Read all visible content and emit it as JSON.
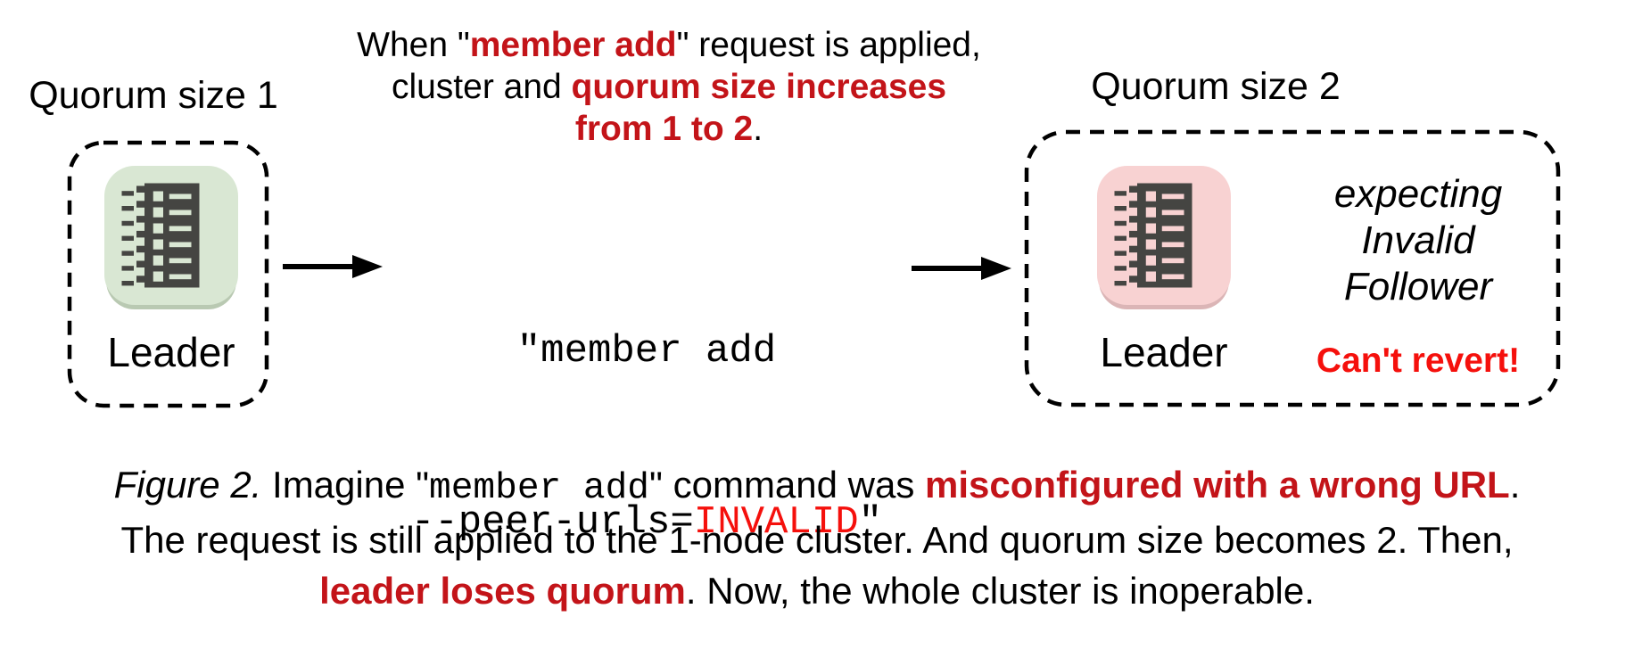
{
  "colors": {
    "red_emphasis": "#c31419",
    "red_bright": "#f5100c",
    "green_node_bg": "#d9e7d3",
    "green_node_edge": "#b9c9b2",
    "pink_node_bg": "#f8d2d2",
    "pink_node_edge": "#dbb5b6",
    "glyph_dark": "#454542",
    "text_black": "#000000"
  },
  "left_cluster": {
    "title": "Quorum size 1",
    "node_label": "Leader",
    "node_icon": "notepad-list-icon"
  },
  "annotation": {
    "line1": [
      {
        "text": "When \""
      },
      {
        "text": "member add",
        "style": "red-bold"
      },
      {
        "text": "\" request is applied,"
      }
    ],
    "line2": [
      {
        "text": "cluster and "
      },
      {
        "text": "quorum size increases",
        "style": "red-bold"
      }
    ],
    "line3": [
      {
        "text": "from 1 to 2",
        "style": "red-bold"
      },
      {
        "text": "."
      }
    ]
  },
  "command": {
    "line1": "\"member add",
    "line2_pre": "--peer-urls=",
    "line2_invalid": "INVALID",
    "line2_post": "\""
  },
  "right_cluster": {
    "title": "Quorum size 2",
    "node_label": "Leader",
    "node_icon": "notepad-list-icon",
    "expecting_line1": "expecting",
    "expecting_line2": "Invalid",
    "expecting_line3": "Follower",
    "warning": "Can't revert!"
  },
  "caption": {
    "line1": [
      {
        "text": "Figure 2.",
        "style": "italic"
      },
      {
        "text": " Imagine \""
      },
      {
        "text": "member add",
        "style": "mono"
      },
      {
        "text": "\" command was "
      },
      {
        "text": "misconfigured with a wrong URL",
        "style": "red-bold"
      },
      {
        "text": "."
      }
    ],
    "line2": [
      {
        "text": "The request is still applied to the 1-node cluster. And quorum size becomes 2. Then,"
      }
    ],
    "line3": [
      {
        "text": "leader loses quorum",
        "style": "red-bold"
      },
      {
        "text": ". Now, the whole cluster is inoperable."
      }
    ]
  }
}
